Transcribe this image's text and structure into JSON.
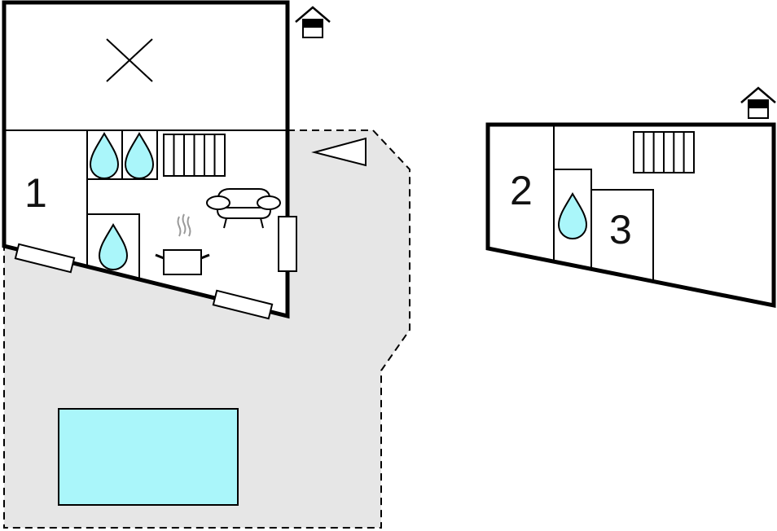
{
  "floorplan": {
    "ground_floor": {
      "room_label": "1",
      "icons": [
        "house-entrance-icon",
        "closed-room-x-icon",
        "bathroom-drop-icon",
        "bathroom-drop-icon",
        "bathroom-drop-icon",
        "stairs-icon",
        "sofa-icon",
        "kitchen-pot-icon",
        "window-icon",
        "north-arrow-icon",
        "pool-icon"
      ]
    },
    "upper_floor": {
      "room_labels": [
        "2",
        "3"
      ],
      "icons": [
        "house-entrance-icon",
        "stairs-icon",
        "bathroom-drop-icon"
      ]
    },
    "colors": {
      "wall": "#000000",
      "terrace": "#e6e6e6",
      "water": "#aaf6fa"
    }
  }
}
